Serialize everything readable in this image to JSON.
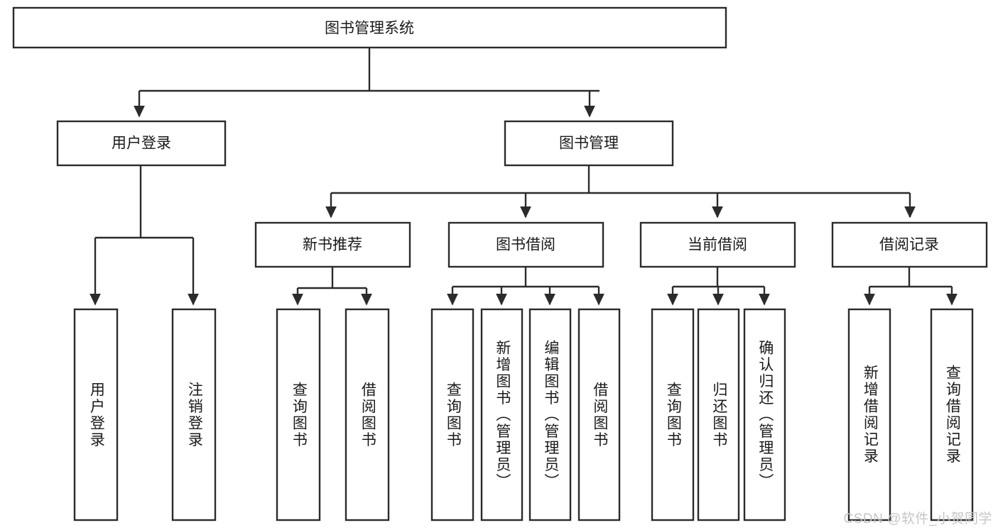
{
  "diagram": {
    "title": "图书管理系统",
    "type": "tree-hierarchy",
    "stroke_color": "#2b2b2b",
    "fill_color": "#ffffff",
    "text_color": "#1a1a1a",
    "root": {
      "label": "图书管理系统"
    },
    "level2": [
      {
        "label": "用户登录"
      },
      {
        "label": "图书管理"
      }
    ],
    "level3": [
      {
        "label": "新书推荐"
      },
      {
        "label": "图书借阅"
      },
      {
        "label": "当前借阅"
      },
      {
        "label": "借阅记录"
      }
    ],
    "leaves": [
      {
        "label": "用户登录",
        "parent": "用户登录"
      },
      {
        "label": "注销登录",
        "parent": "用户登录"
      },
      {
        "label": "查询图书",
        "parent": "新书推荐"
      },
      {
        "label": "借阅图书",
        "parent": "新书推荐"
      },
      {
        "label": "查询图书",
        "parent": "图书借阅"
      },
      {
        "label": "新增图书（管理员）",
        "parent": "图书借阅"
      },
      {
        "label": "编辑图书（管理员）",
        "parent": "图书借阅"
      },
      {
        "label": "借阅图书",
        "parent": "图书借阅"
      },
      {
        "label": "查询图书",
        "parent": "当前借阅"
      },
      {
        "label": "归还图书",
        "parent": "当前借阅"
      },
      {
        "label": "确认归还（管理员）",
        "parent": "当前借阅"
      },
      {
        "label": "新增借阅记录",
        "parent": "借阅记录"
      },
      {
        "label": "查询借阅记录",
        "parent": "借阅记录"
      }
    ]
  },
  "watermark": {
    "text": "CSDN @软件_小贺同学"
  }
}
